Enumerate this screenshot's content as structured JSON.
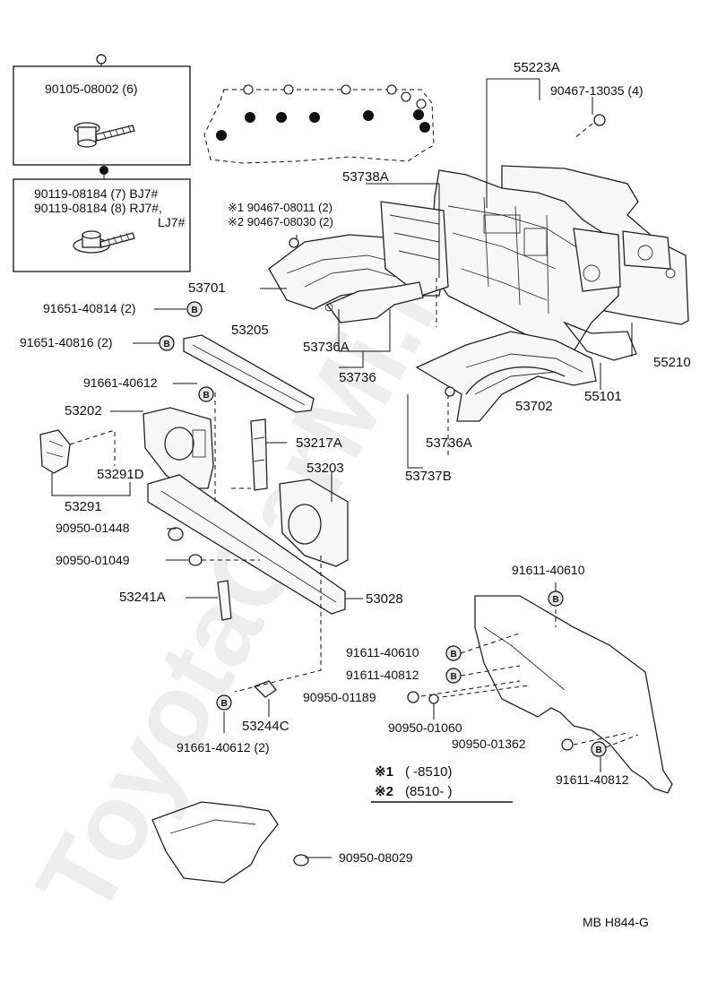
{
  "watermark": "ToyotaCarMi.ru",
  "box_legend_open_marker": "○",
  "box_legend_filled_marker": "●",
  "box1": {
    "part": "90105-08002 (6)"
  },
  "box2": {
    "line1": "90119-08184 (7) BJ7#",
    "line2": "90119-08184 (8) RJ7#,",
    "line3": "LJ7#"
  },
  "b_mark": "B",
  "labels": {
    "p55223A": "55223A",
    "p90467_13035": "90467-13035 (4)",
    "p53738A": "53738A",
    "p90467_08011": "※1 90467-08011 (2)",
    "p90467_08030": "※2 90467-08030 (2)",
    "p53701": "53701",
    "p91651_40814": "91651-40814 (2)",
    "p91651_40816": "91651-40816 (2)",
    "p53205": "53205",
    "p53736A_1": "53736A",
    "p53736": "53736",
    "p55210": "55210",
    "p55101": "55101",
    "p91661_40612": "91661-40612",
    "p53702": "53702",
    "p53202": "53202",
    "p53217A": "53217A",
    "p53736A_2": "53736A",
    "p53291D": "53291D",
    "p53203": "53203",
    "p53737B": "53737B",
    "p53291": "53291",
    "p90950_01448": "90950-01448",
    "p90950_01049": "90950-01049",
    "p91611_40610_top": "91611-40610",
    "p53241A": "53241A",
    "p53028": "53028",
    "p91611_40610": "91611-40610",
    "p91611_40812": "91611-40812",
    "p90950_01189": "90950-01189",
    "p90950_01060": "90950-01060",
    "p53244C": "53244C",
    "p90950_01362": "90950-01362",
    "p91661_40612_2": "91661-40612 (2)",
    "p91611_40812_b": "91611-40812",
    "p90950_08029": "90950-08029"
  },
  "notes": {
    "note1_mark": "※1",
    "note1_range": "(          -8510)",
    "note2_mark": "※2",
    "note2_range": "(8510-          )"
  },
  "footer": {
    "code": "MB  H844-G"
  }
}
